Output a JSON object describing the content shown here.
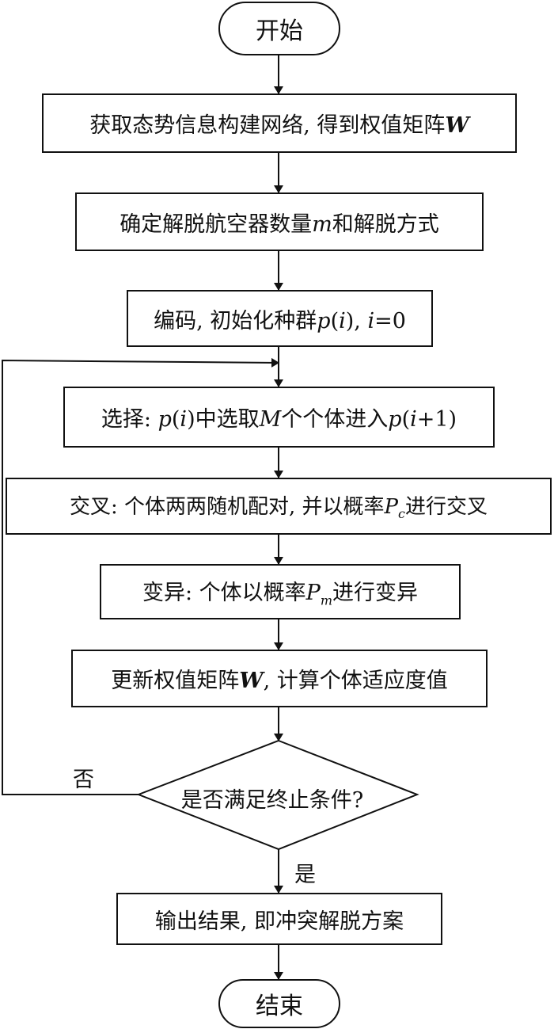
{
  "nodes": {
    "start": "开始",
    "step1": "获取态势信息构建网络, 得到权值矩阵W",
    "step2": "确定解脱航空器数量m和解脱方式",
    "step3": "编码, 初始化种群p(i), i=0",
    "select": "选择: p(i)中选取M个个体进入p(i+1)",
    "crossover": "交叉: 个体两两随机配对, 并以概率Pc进行交叉",
    "mutation": "变异: 个体以概率Pm进行变异",
    "update": "更新权值矩阵W, 计算个体适应度值",
    "decision": "是否满足终止条件?",
    "output": "输出结果, 即冲突解脱方案",
    "end": "结束"
  },
  "edge_labels": {
    "no": "否",
    "yes": "是"
  },
  "rich_parts": {
    "step1": [
      "获取态势信息构建网络, 得到权值矩阵",
      "W"
    ],
    "step2": [
      "确定解脱航空器数量",
      "m",
      "和解脱方式"
    ],
    "step3": [
      "编码, 初始化种群",
      "p",
      "(",
      "i",
      "), ",
      "i",
      "=0"
    ],
    "select": [
      "选择: ",
      "p",
      "(",
      "i",
      ")中选取",
      "M",
      "个个体进入",
      "p",
      "(",
      "i",
      "+1)"
    ],
    "crossover": [
      "交叉: 个体两两随机配对, 并以概率",
      "P",
      "c",
      "进行交叉"
    ],
    "mutation": [
      "变异: 个体以概率",
      "P",
      "m",
      "进行变异"
    ],
    "update": [
      "更新权值矩阵",
      "W",
      ", 计算个体适应度值"
    ]
  }
}
